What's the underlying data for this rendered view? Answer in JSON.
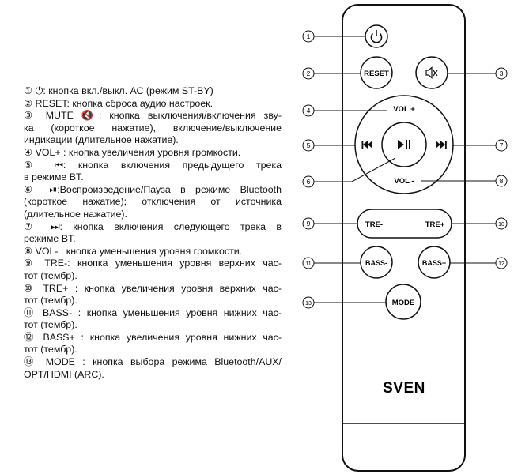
{
  "legend": {
    "lines": [
      "① ⏻: кнопка вкл./выкл. АС (режим ST-BY)",
      "② RESET: кнопка сброса аудио настроек.",
      "③ MUTE 🔇: кнопка выключения/включения зву-",
      "ка (короткое нажатие), включение/выключение",
      "индикации (длительное нажатие).",
      "④ VOL+ : кнопка увеличения уровня громкости.",
      "⑤ ⏮: кнопка включения предыдущего трека",
      "в режиме BT.",
      "⑥ ⏯:Воспроизведение/Пауза в режиме Bluetooth",
      "(короткое нажатие); отключения от источника",
      "(длительное нажатие).",
      "⑦ ⏭: кнопка включения следующего трека в",
      "режиме BT.",
      "⑧ VOL- : кнопка уменьшения уровня громкости.",
      "⑨ TRE-: кнопка уменьшения уровня верхних час-",
      "тот (тембр).",
      "⑩ TRE+ : кнопка увеличения уровня верхних час-",
      "тот (тембр).",
      "⑪ BASS- : кнопка уменьшения уровня нижних час-",
      "тот (тембр).",
      "⑫ BASS+ : кнопка увеличения уровня нижних час-",
      "тот (тембр).",
      "⑬ MODE : кнопка выбора режима Bluetooth/AUX/",
      "OPT/HDMI (ARC)."
    ],
    "justified": [
      false,
      false,
      true,
      true,
      false,
      false,
      true,
      false,
      true,
      true,
      false,
      true,
      false,
      false,
      true,
      false,
      true,
      false,
      true,
      false,
      true,
      false,
      true,
      false
    ]
  },
  "remote": {
    "brand": "SVEN",
    "buttons": {
      "reset": "RESET",
      "vol_plus": "VOL +",
      "vol_minus": "VOL -",
      "tre_minus": "TRE-",
      "tre_plus": "TRE+",
      "bass_minus": "BASS-",
      "bass_plus": "BASS+",
      "mode": "MODE"
    }
  },
  "callouts": [
    "1",
    "2",
    "3",
    "4",
    "5",
    "6",
    "7",
    "8",
    "9",
    "10",
    "11",
    "12",
    "13"
  ]
}
